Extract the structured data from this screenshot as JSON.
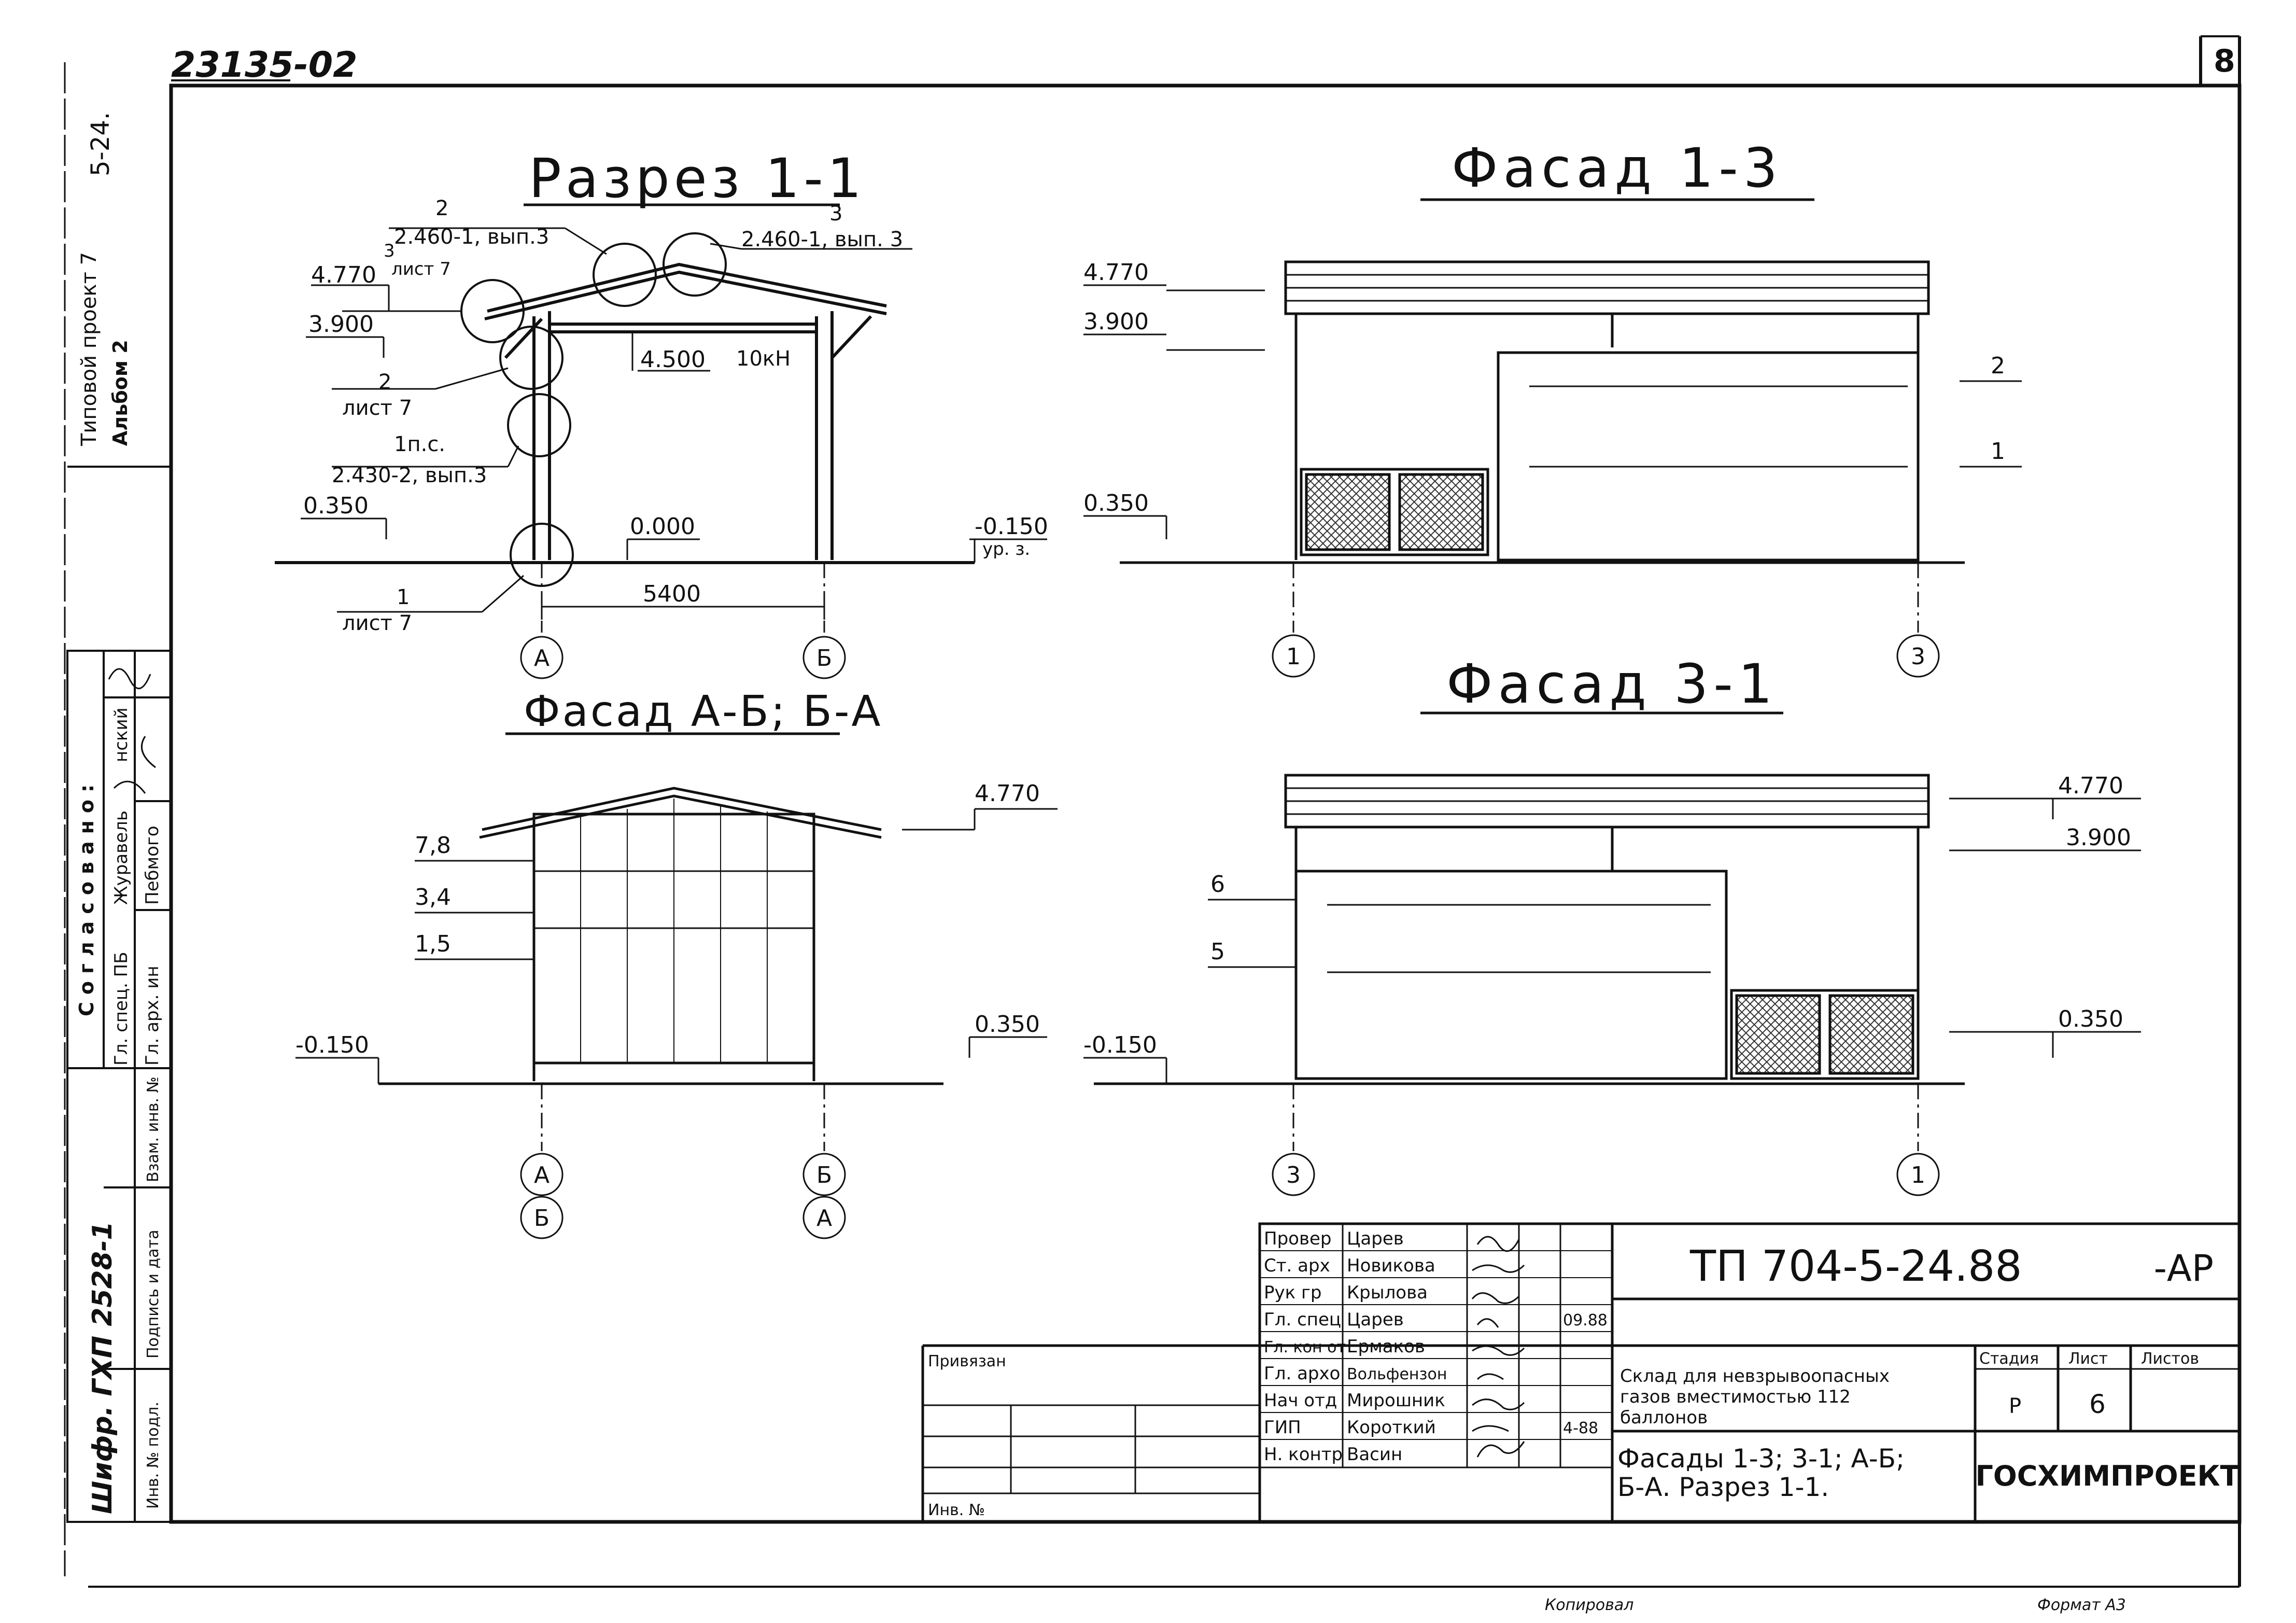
{
  "sheet": {
    "code": "23135-02",
    "sheet_number": "8",
    "copied_label": "Копировал",
    "format_label": "Формат А3"
  },
  "side": {
    "project": "Типовой проект 7",
    "album": "Альбом 2",
    "series": "5-24.",
    "cipher": "Шифр. ГХП 2528-1",
    "agreed": "Согласовано:",
    "col1": "Гл. спец. ПБ",
    "col2": "Гл. арх. ин",
    "name1a": "Журавель",
    "name1b": "нский",
    "name2a": "Пебмого",
    "stamp_inv": "Взам. инв. №",
    "stamp_sign": "Подпись и дата",
    "stamp_orig": "Инв. № подл."
  },
  "views": {
    "section": {
      "title": "Разрез 1-1",
      "callouts": [
        {
          "top": "2",
          "bottom": "2.460-1, вып.3"
        },
        {
          "top": "3",
          "bottom": "2.460-1, вып. 3"
        },
        {
          "top": "3",
          "bottom": "лист 7"
        },
        {
          "top": "2",
          "bottom": "лист 7"
        },
        {
          "top": "1п.с.",
          "bottom": "2.430-2, вып.3"
        },
        {
          "top": "1",
          "bottom": "лист 7"
        }
      ],
      "levels": [
        "4.770",
        "3.900",
        "0.350",
        "0.000",
        "-0.150",
        "ур. з."
      ],
      "beam_label": "4.500",
      "load_label": "10кН",
      "span": "5400",
      "axes": [
        "А",
        "Б"
      ]
    },
    "facade_1_3": {
      "title": "Фасад 1-3",
      "levels": [
        "4.770",
        "3.900",
        "0.350"
      ],
      "marks": [
        "2",
        "1"
      ],
      "axes": [
        "1",
        "3"
      ]
    },
    "facade_ab": {
      "title": "Фасад А-Б; Б-А",
      "levels": [
        "4.770",
        "0.350",
        "-0.150"
      ],
      "marks": [
        "7,8",
        "3,4",
        "1,5"
      ],
      "axes_top": [
        "А",
        "Б"
      ],
      "axes_bottom": [
        "Б",
        "А"
      ]
    },
    "facade_3_1": {
      "title": "Фасад 3-1",
      "levels": [
        "4.770",
        "3.900",
        "0.350",
        "-0.150"
      ],
      "marks": [
        "6",
        "5"
      ],
      "axes": [
        "3",
        "1"
      ]
    }
  },
  "title_block": {
    "signers": [
      {
        "role": "Провер",
        "name": "Царев"
      },
      {
        "role": "Ст. арх",
        "name": "Новикова"
      },
      {
        "role": "Рук гр",
        "name": "Крылова"
      },
      {
        "role": "Гл. спец",
        "name": "Царев"
      },
      {
        "role": "Гл. кон от",
        "name": "Ермаков"
      },
      {
        "role": "Гл. архо",
        "name": "Вольфензон"
      },
      {
        "role": "Нач отд",
        "name": "Мирошник"
      },
      {
        "role": "ГИП",
        "name": "Короткий"
      },
      {
        "role": "Н. контр",
        "name": "Васин"
      }
    ],
    "date": "09.88",
    "date2": "4-88",
    "bound_label": "Привязан",
    "inv_label": "Инв. №",
    "doc_code": "ТП 704-5-24.88",
    "doc_suffix": "-АР",
    "object_name": "Склад для невзрывоопасных газов вместимостью 112 баллонов",
    "object_lines": [
      "Склад для невзрывоопасных",
      "газов вместимостью 112",
      "баллонов"
    ],
    "sheet_title_lines": [
      "Фасады 1-3; 3-1; А-Б;",
      "Б-А. Разрез 1-1."
    ],
    "stage_label": "Стадия",
    "sheet_label": "Лист",
    "sheets_label": "Листов",
    "stage": "Р",
    "sheet": "6",
    "org": "ГОСХИМПРОЕКТ"
  }
}
